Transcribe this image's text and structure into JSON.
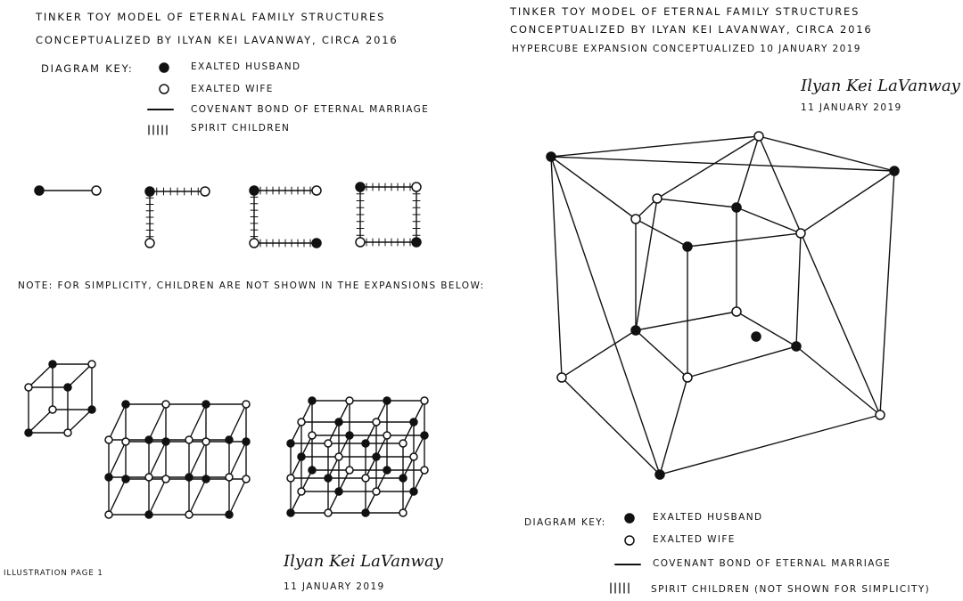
{
  "left": {
    "title": "Tinker toy model of eternal family structures",
    "subtitle": "Conceptualized by Ilyan Kei Lavanway, circa 2016",
    "key_label": "Diagram key:",
    "key": [
      {
        "symbol": "filled-dot",
        "label": "Exalted husband"
      },
      {
        "symbol": "open-dot",
        "label": "Exalted wife"
      },
      {
        "symbol": "line",
        "label": "Covenant bond of eternal marriage"
      },
      {
        "symbol": "hatch",
        "label": "Spirit children"
      }
    ],
    "note": "Note: for simplicity, children are not shown in the expansions below:",
    "page_label": "Illustration page 1",
    "date": "11 January 2019"
  },
  "right": {
    "title": "Tinker toy model of eternal family structures",
    "subtitle": "Conceptualized by Ilyan Kei Lavanway, circa 2016",
    "expansion": "Hypercube expansion conceptualized 10 January 2019",
    "date": "11 January 2019",
    "key_label": "Diagram key:",
    "key": [
      {
        "symbol": "filled-dot",
        "label": "Exalted husband"
      },
      {
        "symbol": "open-dot",
        "label": "Exalted wife"
      },
      {
        "symbol": "line",
        "label": "Covenant bond of eternal marriage"
      },
      {
        "symbol": "hatch",
        "label": "Spirit children (not shown for simplicity)"
      }
    ]
  },
  "signature": "Ilyan Kei LaVanway",
  "colors": {
    "ink": "#111111",
    "paper": "#ffffff"
  }
}
